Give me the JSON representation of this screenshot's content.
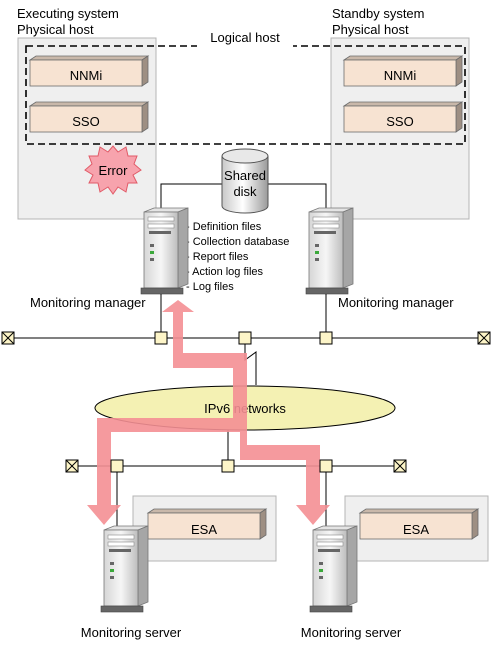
{
  "executing_system": {
    "title": "Executing system",
    "subtitle": "Physical host"
  },
  "standby_system": {
    "title": "Standby system",
    "subtitle": "Physical host"
  },
  "logical_host": {
    "label": "Logical host"
  },
  "components": {
    "nnmi": "NNMi",
    "sso": "SSO",
    "esa": "ESA"
  },
  "error_label": "Error",
  "shared_disk": {
    "line1": "Shared",
    "line2": "disk"
  },
  "shared_files": [
    "- Definition files",
    "- Collection database",
    "- Report files",
    "- Action log files",
    "- Log files"
  ],
  "labels": {
    "monitoring_manager": "Monitoring manager",
    "monitoring_server": "Monitoring server",
    "network": "IPv6 networks"
  },
  "colors": {
    "host_fill": "#efefef",
    "component_fill": "#f7e3d2",
    "component_side": "#9e8f83",
    "error_fill": "#f7a3ad",
    "network_fill": "#f4f1b3",
    "arrow_fill": "#f48f94",
    "connector_fill": "#fdf5c8"
  }
}
